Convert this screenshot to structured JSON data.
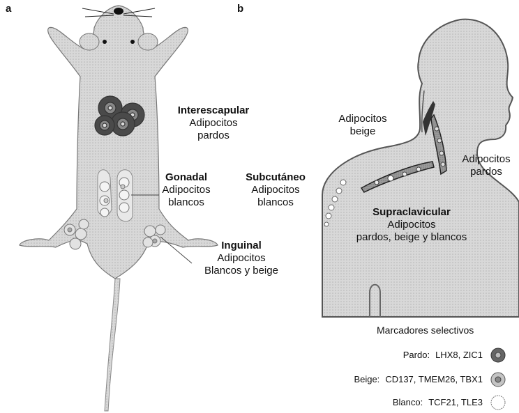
{
  "panels": {
    "a": "a",
    "b": "b"
  },
  "mouse": {
    "interscapular": {
      "title": "Interescapular",
      "line1": "Adipocitos",
      "line2": "pardos"
    },
    "gonadal": {
      "title": "Gonadal",
      "line1": "Adipocitos",
      "line2": "blancos"
    },
    "subcutaneous": {
      "title": "Subcutáneo",
      "line1": "Adipocitos",
      "line2": "blancos"
    },
    "inguinal": {
      "title": "Inguinal",
      "line1": "Adipocitos",
      "line2": "Blancos y beige"
    }
  },
  "human": {
    "beige": {
      "line1": "Adipocitos",
      "line2": "beige"
    },
    "brown": {
      "line1": "Adipocitos",
      "line2": "pardos"
    },
    "supraclavicular": {
      "title": "Supraclavicular",
      "line1": "Adipocitos",
      "line2": "pardos, beige y blancos"
    }
  },
  "legend": {
    "title": "Marcadores selectivos",
    "rows": [
      {
        "name": "Pardo:",
        "genes": "LHX8, ZIC1",
        "icon": "brown-adipocyte-icon",
        "color": "#555555"
      },
      {
        "name": "Beige:",
        "genes": "CD137, TMEM26, TBX1",
        "icon": "beige-adipocyte-icon",
        "color": "#bdbdbd"
      },
      {
        "name": "Blanco:",
        "genes": "TCF21, TLE3",
        "icon": "white-adipocyte-icon",
        "color": "#ffffff"
      }
    ]
  }
}
